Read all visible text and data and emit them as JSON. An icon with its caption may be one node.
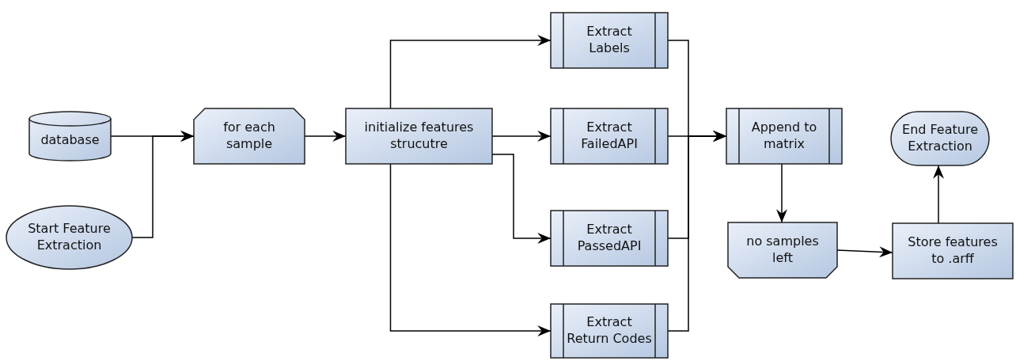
{
  "diagram": {
    "nodes": [
      {
        "text": [
          "database"
        ]
      },
      {
        "text": [
          "Start Feature Extraction"
        ]
      },
      {
        "text": [
          "for each sample"
        ]
      },
      {
        "text": [
          "initialize features strucutre"
        ]
      },
      {
        "text": [
          "Extract Labels"
        ]
      },
      {
        "text": [
          "Extract FailedAPI"
        ]
      },
      {
        "text": [
          "Extract PassedAPI"
        ]
      },
      {
        "text": [
          "Extract Return Codes"
        ]
      },
      {
        "text": [
          "Append to matrix"
        ]
      },
      {
        "text": [
          "no samples left"
        ]
      },
      {
        "text": [
          "Store features to .arff"
        ]
      },
      {
        "text": [
          "End Feature Extraction"
        ]
      }
    ],
    "edges": [
      {
        "from": 0,
        "to": 2,
        "arrow": "to"
      },
      {
        "from": 1,
        "to": 2,
        "arrow": "to"
      },
      {
        "from": 2,
        "to": 3,
        "arrow": "to"
      },
      {
        "from": 3,
        "to": 4,
        "arrow": "to"
      },
      {
        "from": 3,
        "to": 5,
        "arrow": "to"
      },
      {
        "from": 3,
        "to": 6,
        "arrow": "to"
      },
      {
        "from": 3,
        "to": 7,
        "arrow": "to"
      },
      {
        "from": 4,
        "to": 8,
        "arrow": "to"
      },
      {
        "from": 5,
        "to": 8,
        "arrow": "to"
      },
      {
        "from": 6,
        "to": 8,
        "arrow": "to"
      },
      {
        "from": 7,
        "to": 8,
        "arrow": "to"
      },
      {
        "from": 8,
        "to": 9,
        "arrow": "to"
      },
      {
        "from": 9,
        "to": 10,
        "arrow": "to"
      },
      {
        "from": 10,
        "to": 11,
        "arrow": "to"
      }
    ]
  }
}
